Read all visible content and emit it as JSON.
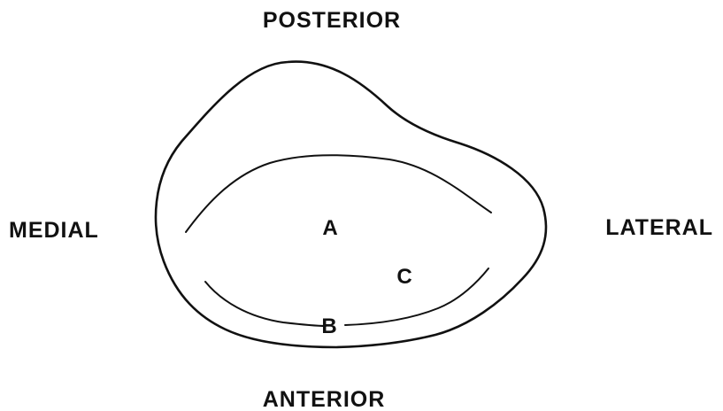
{
  "orientation": {
    "posterior": "POSTERIOR",
    "anterior": "ANTERIOR",
    "medial": "MEDIAL",
    "lateral": "LATERAL"
  },
  "regions": {
    "a": "A",
    "b": "B",
    "c": "C"
  }
}
